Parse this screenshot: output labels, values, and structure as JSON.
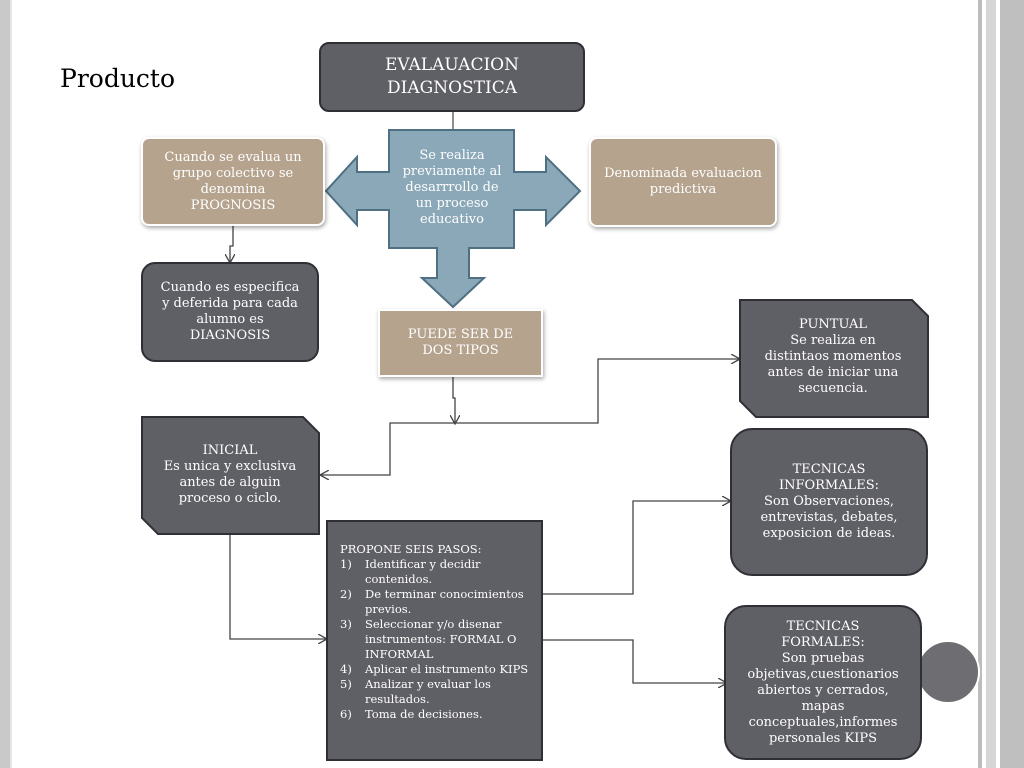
{
  "slide": {
    "title": "Producto",
    "main": "EVALAUACION\nDIAGNOSTICA",
    "center": "Se realiza\npreviamente al\ndesarrrollo de\nun proceso\neducativo",
    "left_tan": "Cuando se evalua un\ngrupo colectivo se\ndenomina\nPROGNOSIS",
    "right_tan": "Denominada evaluacion\npredictiva",
    "diagnosis": "Cuando es especifica\ny deferida para cada\nalumno es\nDIAGNOSIS",
    "tipos": "PUEDE SER DE\nDOS TIPOS",
    "puntual": "PUNTUAL\nSe realiza en\ndistintaos momentos\nantes de iniciar una\nsecuencia.",
    "inicial": "INICIAL\nEs unica y exclusiva\nantes de alguin\nproceso o ciclo.",
    "informales": "TECNICAS\nINFORMALES:\nSon Observaciones,\nentrevistas, debates,\nexposicion de ideas.",
    "formales": "TECNICAS\nFORMALES:\nSon pruebas\nobjetivas,cuestionarios\nabiertos y cerrados,\nmapas\nconceptuales,informes\npersonales KIPS",
    "steps_title": "PROPONE SEIS PASOS:",
    "steps": [
      {
        "num": "1)",
        "text": "Identificar y decidir contenidos."
      },
      {
        "num": "2)",
        "text": "De terminar conocimientos previos."
      },
      {
        "num": "3)",
        "text": "Seleccionar y/o disenar instrumentos: FORMAL O INFORMAL"
      },
      {
        "num": "4)",
        "text": "Aplicar el instrumento KIPS"
      },
      {
        "num": "5)",
        "text": "Analizar y evaluar los resultados."
      },
      {
        "num": "6)",
        "text": "Toma de decisiones."
      }
    ]
  },
  "colors": {
    "dark_box": "#5f5f66",
    "tan_box": "#b5a38e",
    "blue_arrow": "#8aa8b8"
  }
}
